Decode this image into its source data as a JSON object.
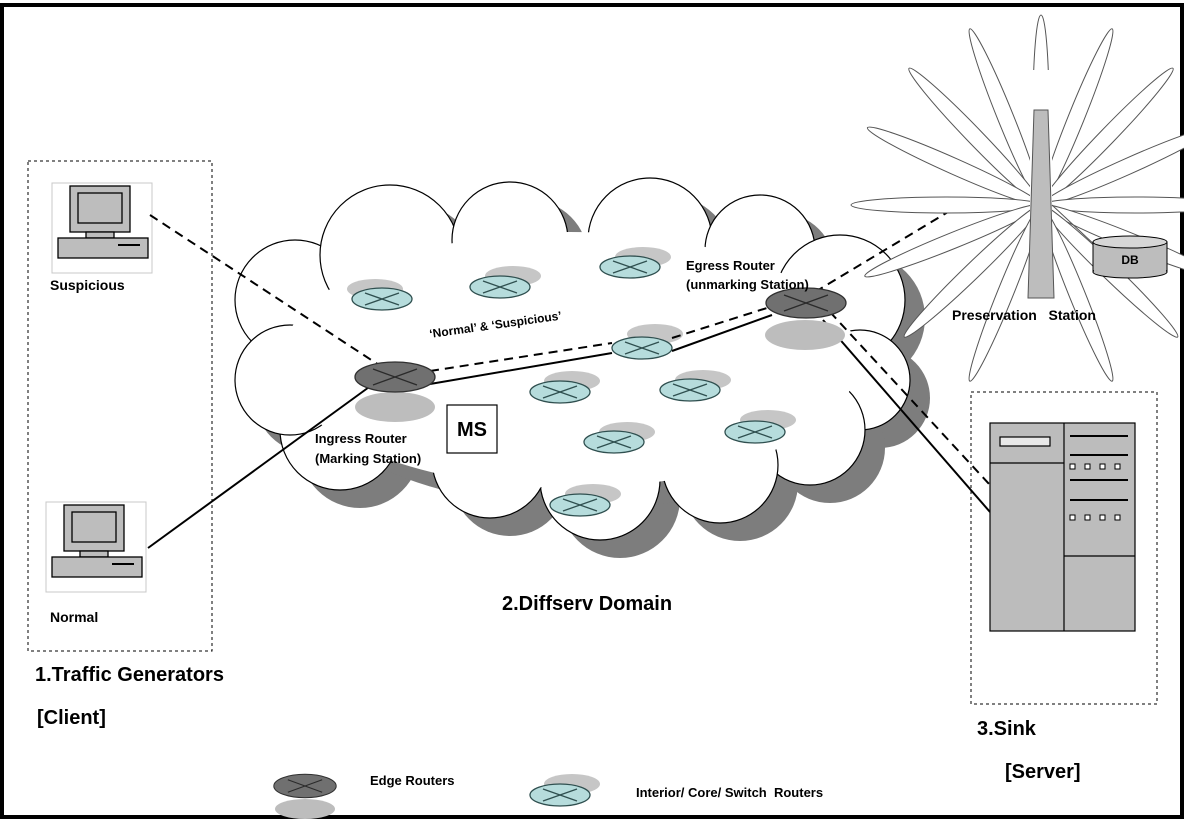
{
  "clients": {
    "suspicious_label": "Suspicious",
    "normal_label": "Normal",
    "group_title": "1.Traffic Generators",
    "group_subtitle": "[Client]"
  },
  "domain": {
    "title": "2.Diffserv Domain",
    "traffic_label": "‘Normal’ & ‘Suspicious’",
    "ingress_line1": "Ingress Router",
    "ingress_line2": "(Marking Station)",
    "egress_line1": "Egress Router",
    "egress_line2": "(unmarking Station)",
    "ms_label": "MS"
  },
  "preservation": {
    "label": "Preservation   Station",
    "db_label": "DB"
  },
  "sink": {
    "title": "3.Sink",
    "subtitle": "[Server]"
  },
  "legend": {
    "edge_label": "Edge Routers",
    "interior_label": "Interior/ Core/ Switch  Routers"
  },
  "colors": {
    "edge_router": "#707070",
    "edge_shadow": "#bdbdbd",
    "core_router": "#b6dcdc",
    "core_shadow": "#c6c6c6",
    "cloud_shadow": "#7d7d7d",
    "server_fill": "#bcbcbc"
  }
}
